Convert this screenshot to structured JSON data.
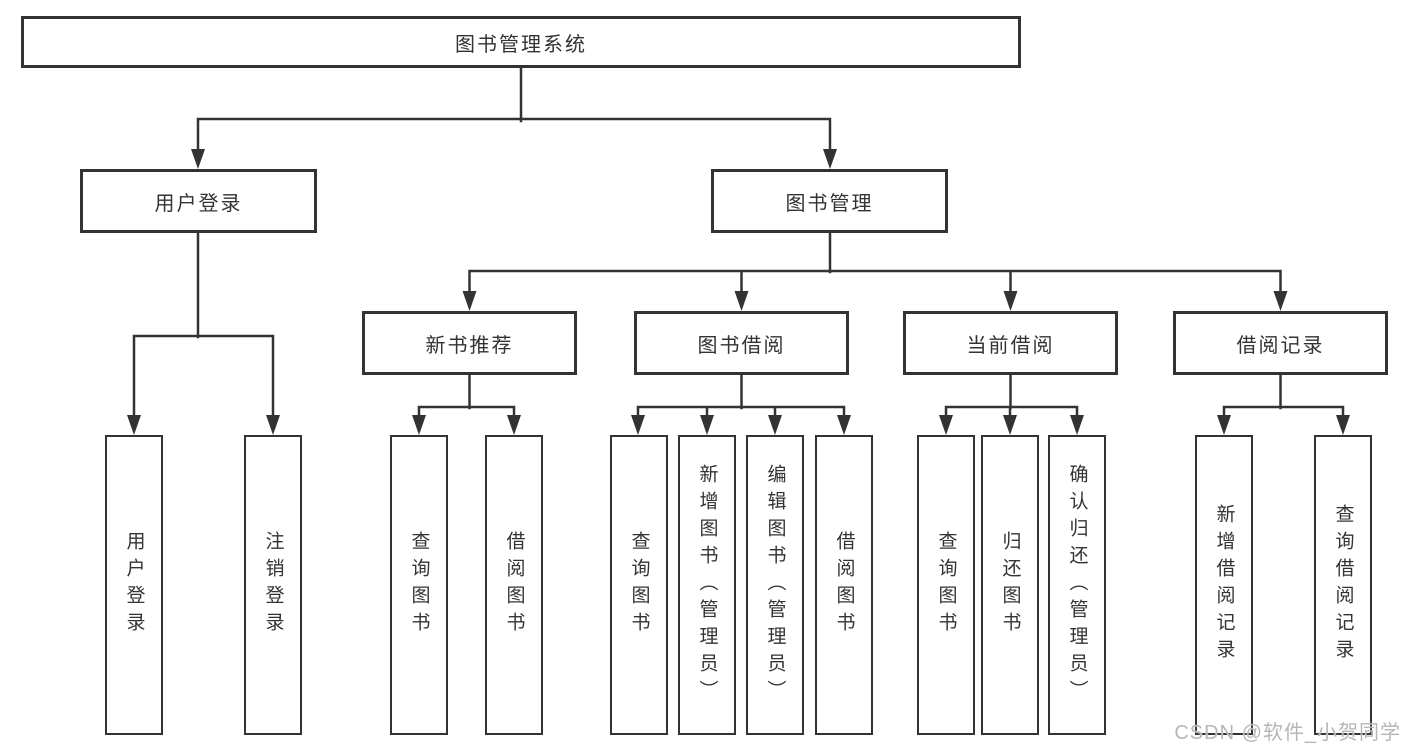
{
  "diagram": {
    "root": "图书管理系统",
    "level2": [
      "用户登录",
      "图书管理"
    ],
    "level3": [
      "新书推荐",
      "图书借阅",
      "当前借阅",
      "借阅记录"
    ],
    "leaves": [
      "用户登录",
      "注销登录",
      "查询图书",
      "借阅图书",
      "查询图书",
      "新增图书（管理员）",
      "编辑图书（管理员）",
      "借阅图书",
      "查询图书",
      "归还图书",
      "确认归还（管理员）",
      "新增借阅记录",
      "查询借阅记录"
    ]
  },
  "watermark": "CSDN @软件_小贺同学",
  "colors": {
    "line": "#333333",
    "box_border": "#333333",
    "box_background": "#ffffff",
    "text": "#333333",
    "watermark": "#b3b6ba",
    "page_background": "#ffffff"
  }
}
